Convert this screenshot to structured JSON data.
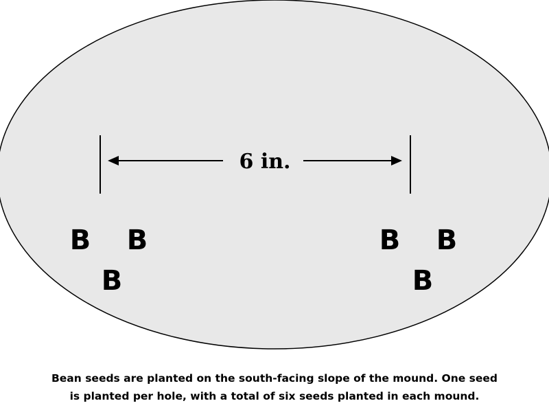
{
  "diagram": {
    "distance_label": "6 in.",
    "seed_marker": "B",
    "seed_count": 6,
    "mound_color": "#e8e8e8",
    "caption": [
      "Bean seeds are planted on the south-facing slope of the mound.  One seed",
      "is planted per hole, with a total of six seeds planted in each mound."
    ]
  }
}
